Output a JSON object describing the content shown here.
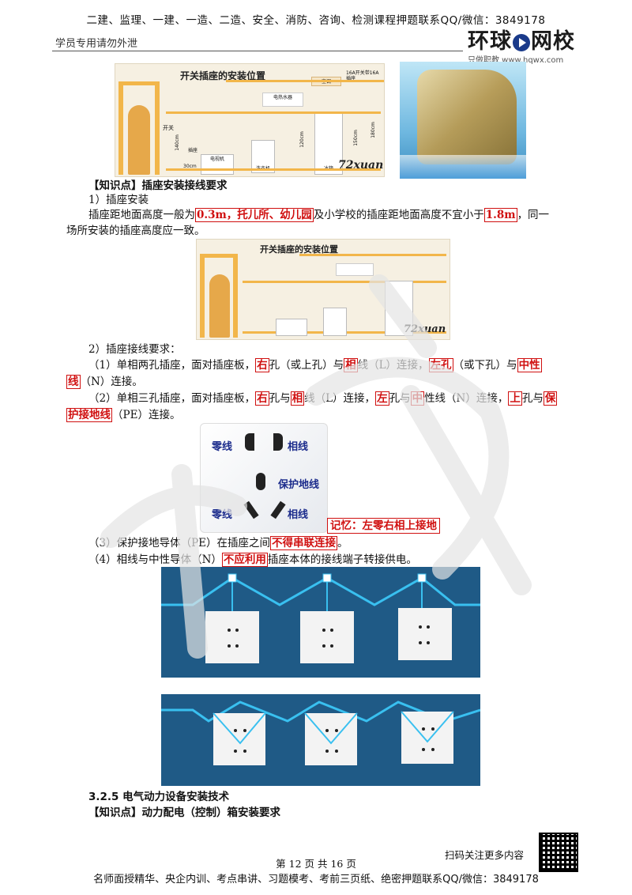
{
  "header": {
    "top_line": "二建、监理、一建、一造、二造、安全、消防、咨询、检测课程押题联系QQ/微信：3849178",
    "left_note": "学员专用请勿外泄",
    "logo_main": "环球",
    "logo_main2": "网校",
    "logo_sub": "只做职教 www.hqwx.com"
  },
  "image1": {
    "title": "开关插座的安装位置",
    "labels": [
      "开关",
      "空调",
      "16A开关带16A插座",
      "电热水器",
      "插座",
      "电视机",
      "洗衣机",
      "冰箱",
      "140cm",
      "30cm",
      "120cm",
      "150cm",
      "180cm"
    ],
    "watermark": "72xuan"
  },
  "knowledge1": {
    "heading": "【知识点】插座安装接线要求",
    "item1": "1）插座安装",
    "p1_a": "插座距地面高度一般为",
    "p1_box1": "0.3m，托儿所、幼儿园",
    "p1_b": "及小学校的插座距地面高度不宜小于",
    "p1_box2": "1.8m",
    "p1_c": "，同一",
    "p1_d": "场所安装的插座高度应一致。",
    "item2": "2）插座接线要求：",
    "l1_a": "（1）单相两孔插座，面对插座板，",
    "l1_r1": "右",
    "l1_b": "孔（或上孔）与",
    "l1_r2": "相",
    "l1_c": "线（L）连接，",
    "l1_r3": "左孔",
    "l1_d": "（或下孔）与",
    "l1_r4": "中性",
    "l1_r5": "线",
    "l1_e": "（N）连接。",
    "l2_a": "（2）单相三孔插座，面对插座板，",
    "l2_r1": "右",
    "l2_b": "孔与",
    "l2_r2": "相",
    "l2_c": "线（L）连接，",
    "l2_r3": "左",
    "l2_d": "孔与",
    "l2_r4": "中",
    "l2_e": "性线（N）连接，",
    "l2_r5": "上",
    "l2_f": "孔与",
    "l2_r6": "保",
    "l2_r7": "护接地线",
    "l2_g": "（PE）连接。",
    "socket_labels": {
      "neutral_top": "零线",
      "phase_top": "相线",
      "pe": "保护地线",
      "neutral_bottom": "零线",
      "phase_bottom": "相线"
    },
    "memo": "记忆：左零右相上接地",
    "l3_a": "（3）保护接地导体（PE）在插座之间",
    "l3_box": "不得串联连接",
    "l3_b": "。",
    "l4_a": "（4）相线与中性导体（N）",
    "l4_box": "不应利用",
    "l4_b": "插座本体的接线端子转接供电。"
  },
  "section": {
    "title": "3.2.5 电气动力设备安装技术",
    "heading": "【知识点】动力配电（控制）箱安装要求"
  },
  "footer": {
    "qr_note": "扫码关注更多内容",
    "page": "第 12 页 共 16 页",
    "bottom_line": "名师面授精华、央企内训、考点串讲、习题模考、考前三页纸、绝密押题联系QQ/微信：3849178"
  },
  "colors": {
    "accent_red": "#d01010",
    "wire_blue": "#39c0f0",
    "panel_bg": "#1f5a86",
    "wall_orange": "#f2b64a"
  }
}
